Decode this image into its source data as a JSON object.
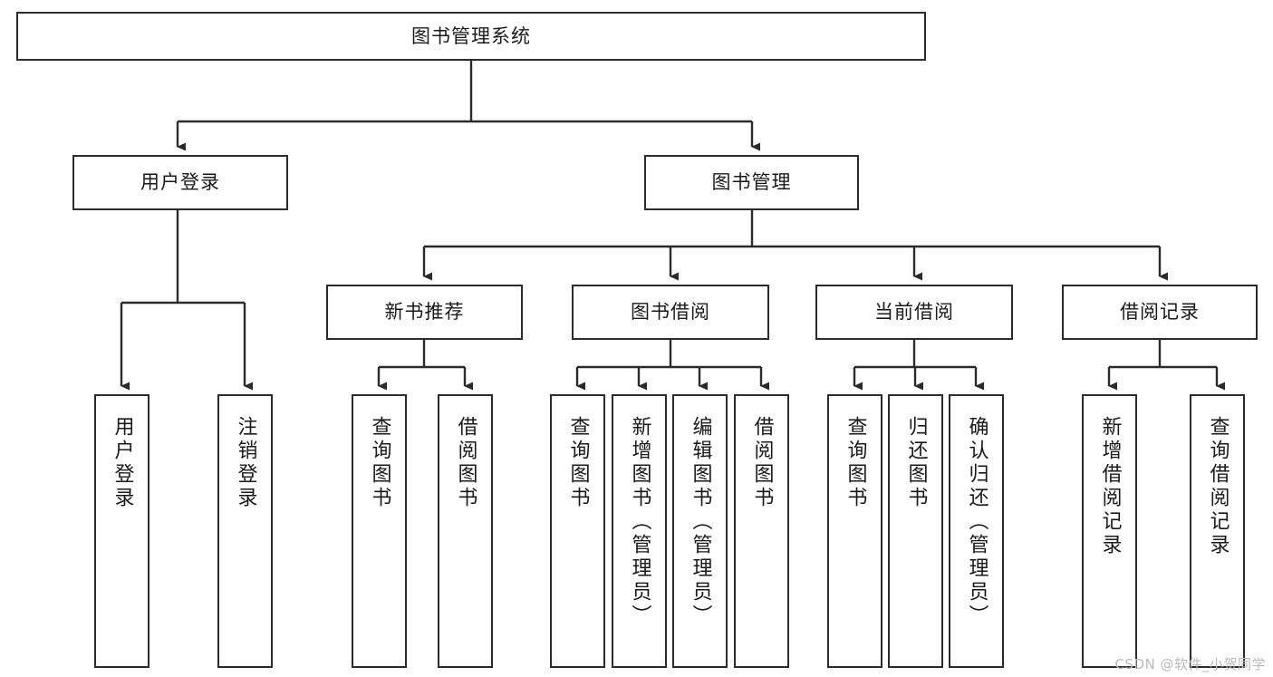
{
  "diagram": {
    "title": "图书管理系统",
    "type": "tree-hierarchy",
    "watermark": "CSDN @软件_小贺同学",
    "colors": {
      "box_border": "#2b2b2b",
      "box_fill": "#ffffff",
      "connector": "#2b2b2b",
      "text": "#1a1a1a",
      "watermark": "#b9b9b9"
    },
    "nodes": {
      "root": "图书管理系统",
      "level2": [
        "用户登录",
        "图书管理"
      ],
      "level3": [
        "新书推荐",
        "图书借阅",
        "当前借阅",
        "借阅记录"
      ],
      "leaves": {
        "user_login": [
          "用户登录",
          "注销登录"
        ],
        "new_book_recommend": [
          "查询图书",
          "借阅图书"
        ],
        "book_borrow": [
          "查询图书",
          "新增图书（管理员）",
          "编辑图书（管理员）",
          "借阅图书"
        ],
        "current_borrow": [
          "查询图书",
          "归还图书",
          "确认归还（管理员）"
        ],
        "borrow_record": [
          "新增借阅记录",
          "查询借阅记录"
        ]
      }
    }
  }
}
